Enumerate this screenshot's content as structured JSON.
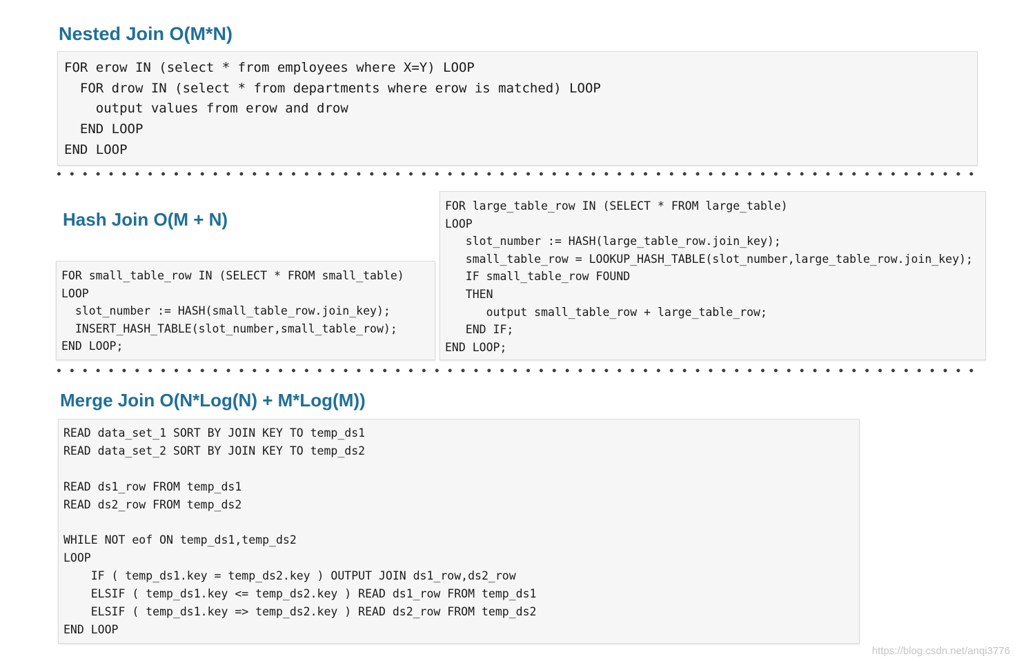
{
  "sections": {
    "nested": {
      "title": "Nested Join O(M*N)",
      "lines": [
        "FOR erow IN (select * from employees where X=Y) LOOP",
        "  FOR drow IN (select * from departments where erow is matched) LOOP",
        "    output values from erow and drow",
        "  END LOOP",
        "END LOOP"
      ]
    },
    "hash": {
      "title": "Hash Join O(M + N)",
      "build_lines": [
        "FOR small_table_row IN (SELECT * FROM small_table)",
        "LOOP",
        "  slot_number := HASH(small_table_row.join_key);",
        "  INSERT_HASH_TABLE(slot_number,small_table_row);",
        "END LOOP;"
      ],
      "probe_lines": [
        "FOR large_table_row IN (SELECT * FROM large_table)",
        "LOOP",
        "   slot_number := HASH(large_table_row.join_key);",
        "   small_table_row = LOOKUP_HASH_TABLE(slot_number,large_table_row.join_key);",
        "   IF small_table_row FOUND",
        "   THEN",
        "      output small_table_row + large_table_row;",
        "   END IF;",
        "END LOOP;"
      ]
    },
    "merge": {
      "title": "Merge Join O(N*Log(N) + M*Log(M))",
      "lines": [
        "READ data_set_1 SORT BY JOIN KEY TO temp_ds1",
        "READ data_set_2 SORT BY JOIN KEY TO temp_ds2",
        "",
        "READ ds1_row FROM temp_ds1",
        "READ ds2_row FROM temp_ds2",
        "",
        "WHILE NOT eof ON temp_ds1,temp_ds2",
        "LOOP",
        "    IF ( temp_ds1.key = temp_ds2.key ) OUTPUT JOIN ds1_row,ds2_row",
        "    ELSIF ( temp_ds1.key <= temp_ds2.key ) READ ds1_row FROM temp_ds1",
        "    ELSIF ( temp_ds1.key => temp_ds2.key ) READ ds2_row FROM temp_ds2",
        "END LOOP"
      ]
    }
  },
  "watermark": "https://blog.csdn.net/anqi3776",
  "colors": {
    "heading": "#1f6f97",
    "code_bg": "#f6f6f6",
    "code_border": "#dcdcdc"
  }
}
